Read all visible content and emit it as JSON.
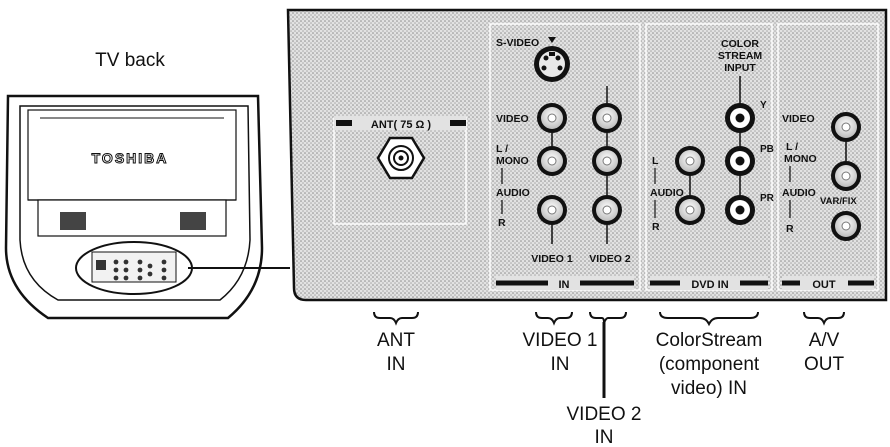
{
  "tv": {
    "caption": "TV back",
    "brand": "TOSHIBA"
  },
  "panel": {
    "ant": {
      "label": "ANT( 75 Ω )"
    },
    "in_section": {
      "svideo": "S-VIDEO",
      "video": "VIDEO",
      "l_mono": "L /",
      "l_mono2": "MONO",
      "audio": "AUDIO",
      "r": "R",
      "video1": "VIDEO 1",
      "video2": "VIDEO 2",
      "footer": "IN"
    },
    "dvd_section": {
      "title1": "COLOR",
      "title2": "STREAM",
      "title3": "INPUT",
      "y": "Y",
      "pb": "PB",
      "pr": "PR",
      "l": "L",
      "audio": "AUDIO",
      "r": "R",
      "footer": "DVD IN"
    },
    "out_section": {
      "video": "VIDEO",
      "l_mono": "L /",
      "l_mono2": "MONO",
      "audio": "AUDIO",
      "varfix": "VAR/FIX",
      "r": "R",
      "footer": "OUT"
    }
  },
  "captions": {
    "ant_in": [
      "ANT",
      "IN"
    ],
    "video1_in": [
      "VIDEO 1",
      "IN"
    ],
    "video2_in": [
      "VIDEO 2",
      "IN"
    ],
    "colorstream": [
      "ColorStream",
      "(component",
      "video) IN"
    ],
    "av_out": [
      "A/V",
      "OUT"
    ]
  }
}
